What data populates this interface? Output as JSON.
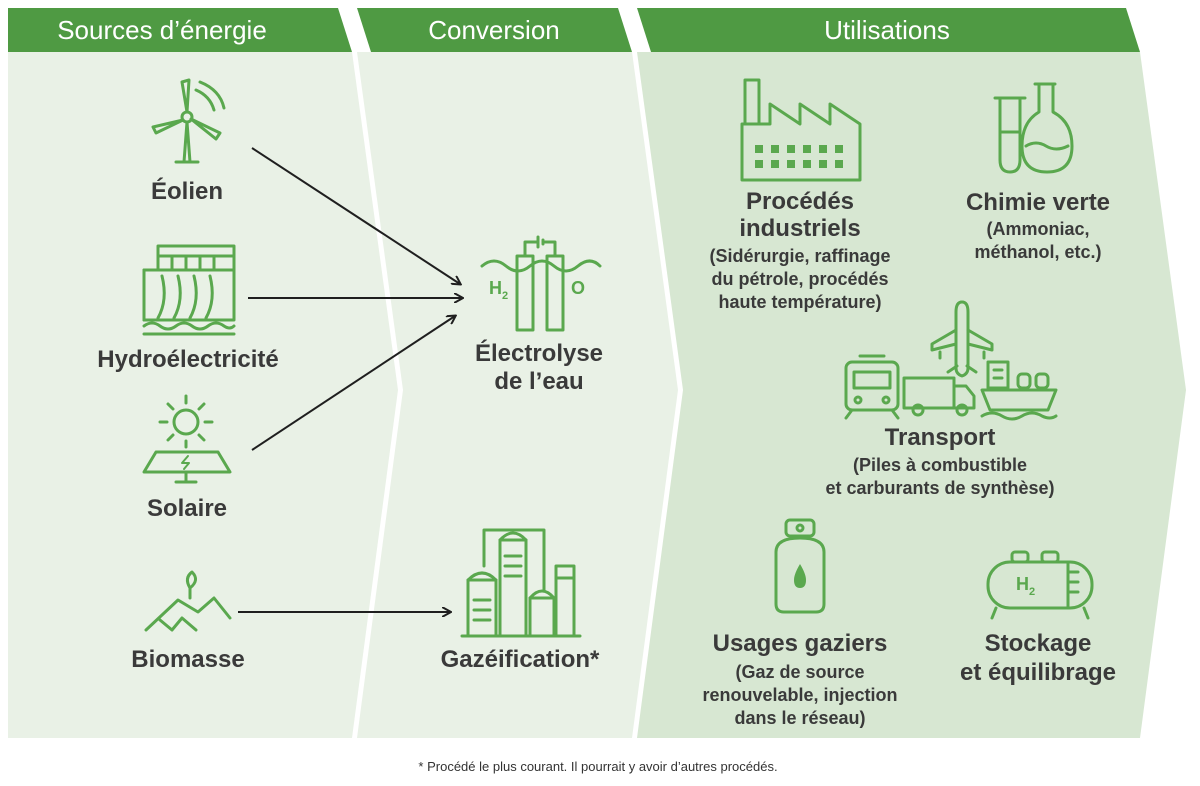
{
  "headers": {
    "sources": "Sources d’énergie",
    "conversion": "Conversion",
    "uses": "Utilisations"
  },
  "sources": {
    "wind": "Éolien",
    "hydro": "Hydroélectricité",
    "solar": "Solaire",
    "biomass": "Biomasse"
  },
  "conversion": {
    "electrolysis_line1": "Électrolyse",
    "electrolysis_line2": "de l’eau",
    "gasification": "Gazéification*",
    "h2_label": "H",
    "h2_sub": "2",
    "o_label": "O"
  },
  "uses": {
    "industrial": {
      "title_line1": "Procédés",
      "title_line2": "industriels",
      "detail_line1": "(Sidérurgie, raffinage",
      "detail_line2": "du pétrole, procédés",
      "detail_line3": "haute température)"
    },
    "green_chem": {
      "title": "Chimie verte",
      "detail_line1": "(Ammoniac,",
      "detail_line2": "méthanol, etc.)"
    },
    "transport": {
      "title": "Transport",
      "detail_line1": "(Piles à combustible",
      "detail_line2": "et carburants de synthèse)"
    },
    "gas": {
      "title": "Usages gaziers",
      "detail_line1": "(Gaz de source",
      "detail_line2": "renouvelable, injection",
      "detail_line3": "dans le réseau)"
    },
    "storage": {
      "title_line1": "Stockage",
      "title_line2": "et équilibrage",
      "tank_label": "H",
      "tank_sub": "2"
    }
  },
  "footnote": "* Procédé le plus courant. Il pourrait y avoir d’autres procédés.",
  "colors": {
    "header_green": "#4f9a43",
    "panel_light": "#e9f1e6",
    "panel_mid": "#d7e7d2",
    "icon_green": "#5aa84e",
    "text": "#3a3a3a"
  },
  "icons": [
    "wind-turbine-icon",
    "hydro-dam-icon",
    "solar-panel-icon",
    "biomass-icon",
    "electrolyzer-icon",
    "gasification-plant-icon",
    "factory-icon",
    "lab-flask-icon",
    "airplane-icon",
    "train-icon",
    "truck-icon",
    "ship-icon",
    "gas-cylinder-icon",
    "storage-tank-icon"
  ]
}
